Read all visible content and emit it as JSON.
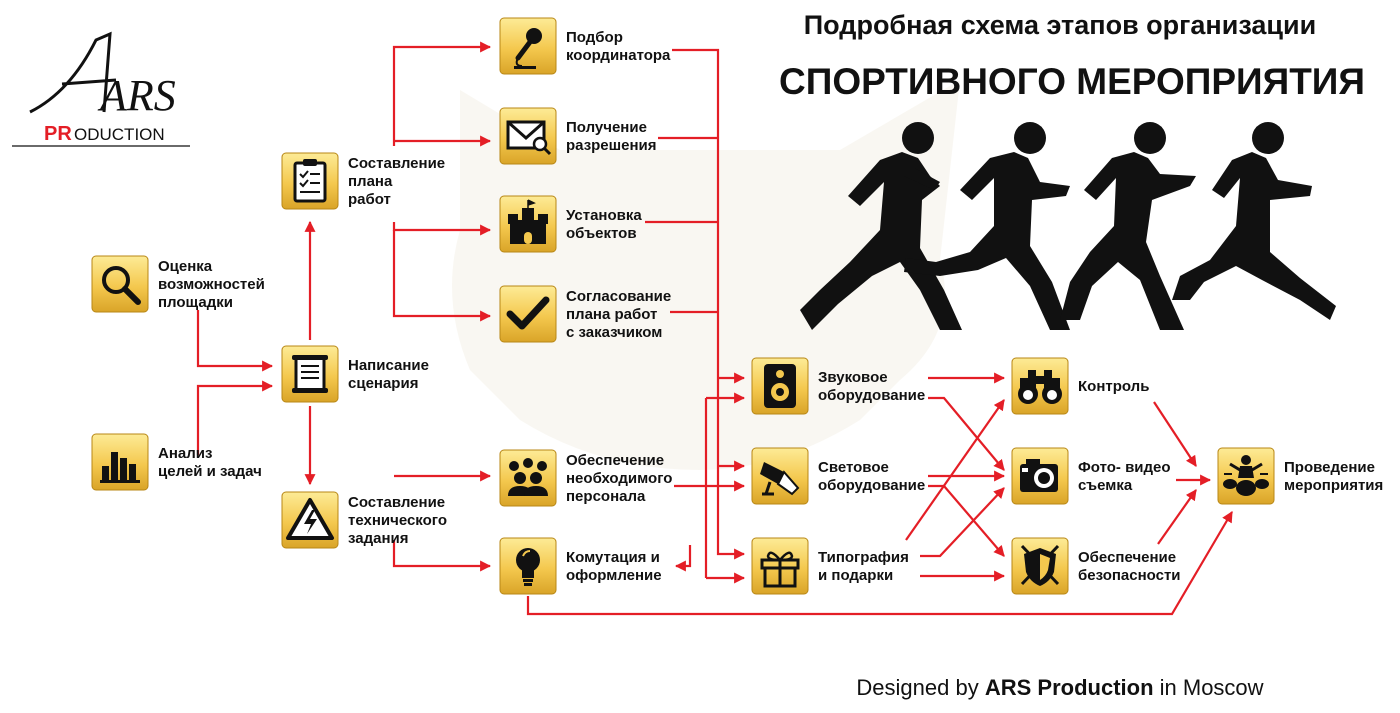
{
  "title": {
    "line1": "Подробная схема этапов организации",
    "line2": "СПОРТИВНОГО МЕРОПРИЯТИЯ"
  },
  "logo": {
    "mark": "ARS",
    "sub_bold": "PR",
    "sub_rest": "ODUCTION"
  },
  "footer": {
    "prefix": "Designed by ",
    "brand": "ARS Production",
    "suffix": " in Moscow"
  },
  "colors": {
    "arrow": "#e41e26",
    "tile_light": "#fbe07a",
    "tile_dark": "#d9a428",
    "ink": "#111111"
  },
  "nodes": [
    {
      "id": "venue",
      "icon": "magnifier-icon",
      "lines": [
        "Оценка",
        "возможностей",
        "площадки"
      ]
    },
    {
      "id": "goals",
      "icon": "bar-chart-icon",
      "lines": [
        "Анализ",
        "целей и задач"
      ]
    },
    {
      "id": "script",
      "icon": "scroll-icon",
      "lines": [
        "Написание",
        "сценария"
      ]
    },
    {
      "id": "plan",
      "icon": "clipboard-icon",
      "lines": [
        "Составление",
        "плана",
        "работ"
      ]
    },
    {
      "id": "tech",
      "icon": "warning-icon",
      "lines": [
        "Составление",
        "технического",
        "задания"
      ]
    },
    {
      "id": "coord",
      "icon": "microphone-icon",
      "lines": [
        "Подбор",
        "координатора"
      ]
    },
    {
      "id": "permit",
      "icon": "envelope-icon",
      "lines": [
        "Получение",
        "разрешения"
      ]
    },
    {
      "id": "install",
      "icon": "castle-icon",
      "lines": [
        "Установка",
        "объектов"
      ]
    },
    {
      "id": "approve",
      "icon": "checkmark-icon",
      "lines": [
        "Согласование",
        "плана работ",
        "с заказчиком"
      ]
    },
    {
      "id": "staff",
      "icon": "crowd-icon",
      "lines": [
        "Обеспечение",
        "необходимого",
        "персонала"
      ]
    },
    {
      "id": "switch",
      "icon": "lightbulb-icon",
      "lines": [
        "Комутация и",
        "оформление"
      ]
    },
    {
      "id": "sound",
      "icon": "speaker-icon",
      "lines": [
        "Звуковое",
        "оборудование"
      ]
    },
    {
      "id": "light",
      "icon": "spotlight-icon",
      "lines": [
        "Световое",
        "оборудование"
      ]
    },
    {
      "id": "print",
      "icon": "gift-icon",
      "lines": [
        "Типография",
        "и подарки"
      ]
    },
    {
      "id": "control",
      "icon": "binoculars-icon",
      "lines": [
        "Контроль"
      ]
    },
    {
      "id": "photo",
      "icon": "camera-icon",
      "lines": [
        "Фото- видео",
        "съемка"
      ]
    },
    {
      "id": "security",
      "icon": "shield-icon",
      "lines": [
        "Обеспечение",
        "безопасности"
      ]
    },
    {
      "id": "event",
      "icon": "drummer-icon",
      "lines": [
        "Проведение",
        "мероприятия"
      ]
    }
  ]
}
